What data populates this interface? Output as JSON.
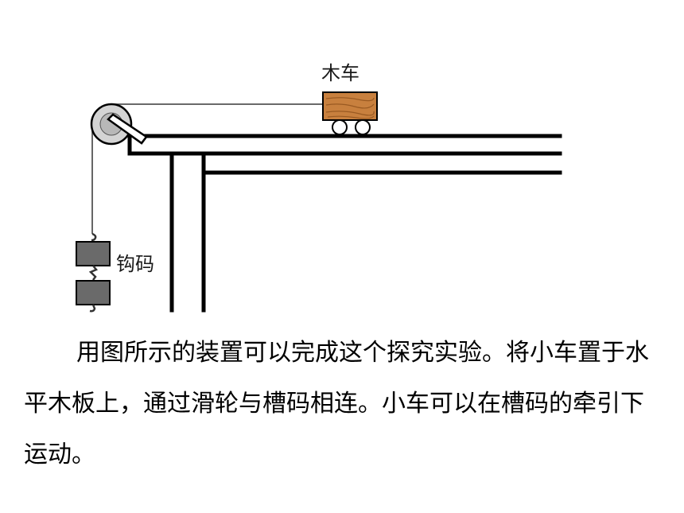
{
  "diagram": {
    "cart_label": "木车",
    "weight_label": "钩码",
    "colors": {
      "wood": "#c8803e",
      "wood_grain": "#9a5a22",
      "pulley": "#cfcfcf",
      "weight": "#6a6a6a",
      "line": "#000000"
    }
  },
  "caption": "用图所示的装置可以完成这个探究实验。将小车置于水平木板上，通过滑轮与槽码相连。小车可以在槽码的牵引下运动。"
}
